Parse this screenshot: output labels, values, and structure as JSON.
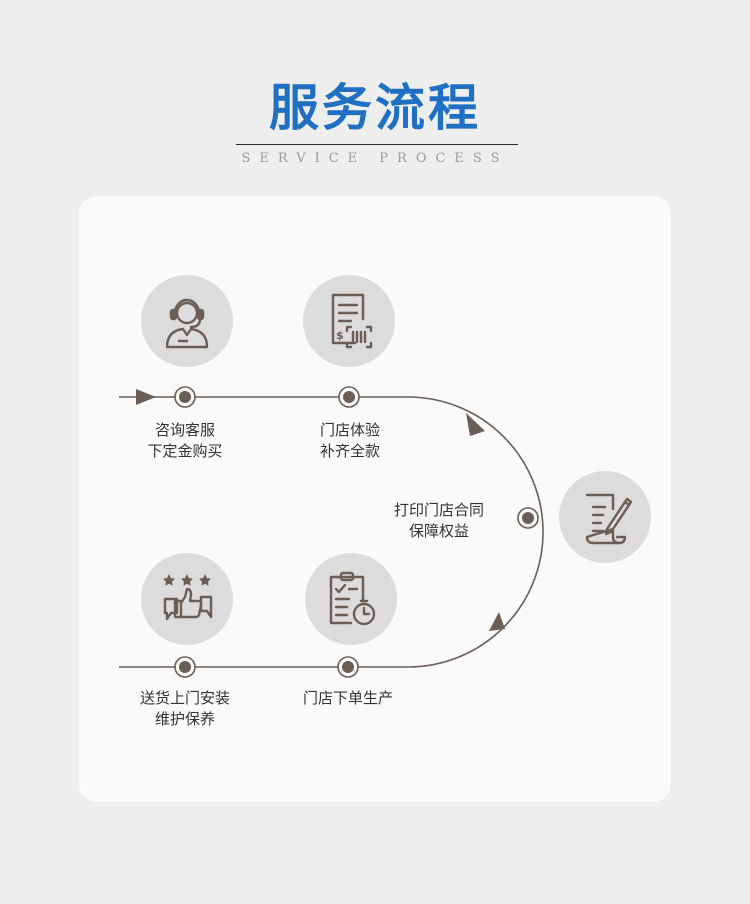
{
  "header": {
    "title": "服务流程",
    "subtitle": "SERVICE PROCESS"
  },
  "steps": [
    {
      "icon": "headset-agent-icon",
      "line1": "咨询客服",
      "line2": "下定金购买"
    },
    {
      "icon": "invoice-barcode-icon",
      "line1": "门店体验",
      "line2": "补齐全款"
    },
    {
      "icon": "contract-pen-icon",
      "line1": "打印门店合同",
      "line2": "保障权益"
    },
    {
      "icon": "checklist-timer-icon",
      "line1": "门店下单生产",
      "line2": ""
    },
    {
      "icon": "thumbs-up-stars-icon",
      "line1": "送货上门安装",
      "line2": "维护保养"
    }
  ],
  "colors": {
    "title": "#1f6fc2",
    "line": "#6b5e57",
    "icon": "#6b5e57",
    "circle_bg": "#dcdcdc",
    "card": "#fafafa",
    "page": "#eeeeee"
  }
}
